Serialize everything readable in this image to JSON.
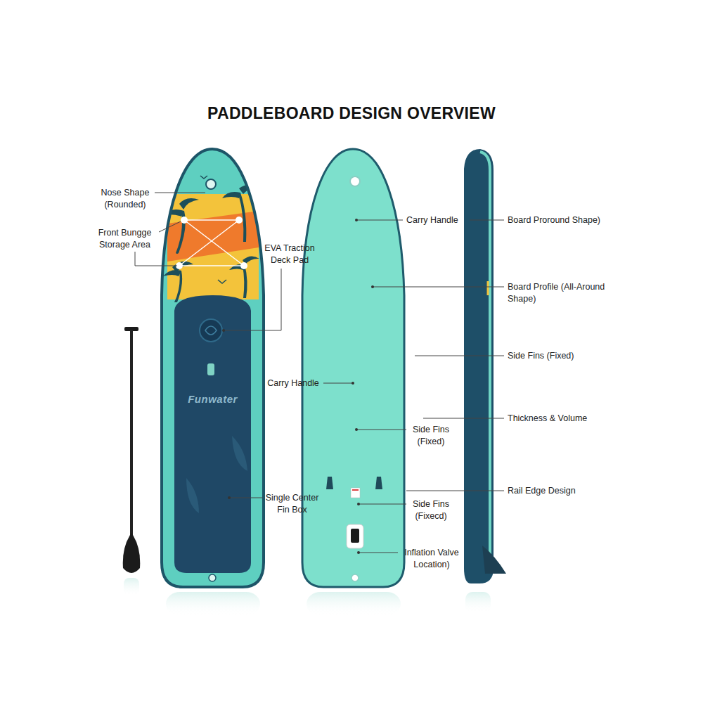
{
  "diagram": {
    "title": "PADDLEBOARD DESIGN OVERVIEW",
    "labels": [
      "Nose Shape (Rounded)",
      "Front Bungge Storage Area",
      "EVA Traction Deck Pad",
      "Carry Handle",
      "Board Proround Shape)",
      "Board Profile (All-Around Shape)",
      "Side Fins (Fixed)",
      "Carry Handle",
      "Thickness & Volume",
      "Funwater",
      "Side Fins (Fixed)",
      "Rail Edge Design",
      "Single Center Fin Box",
      "Side Fins (Fixecd)",
      "Inflation Valve Location)"
    ]
  }
}
